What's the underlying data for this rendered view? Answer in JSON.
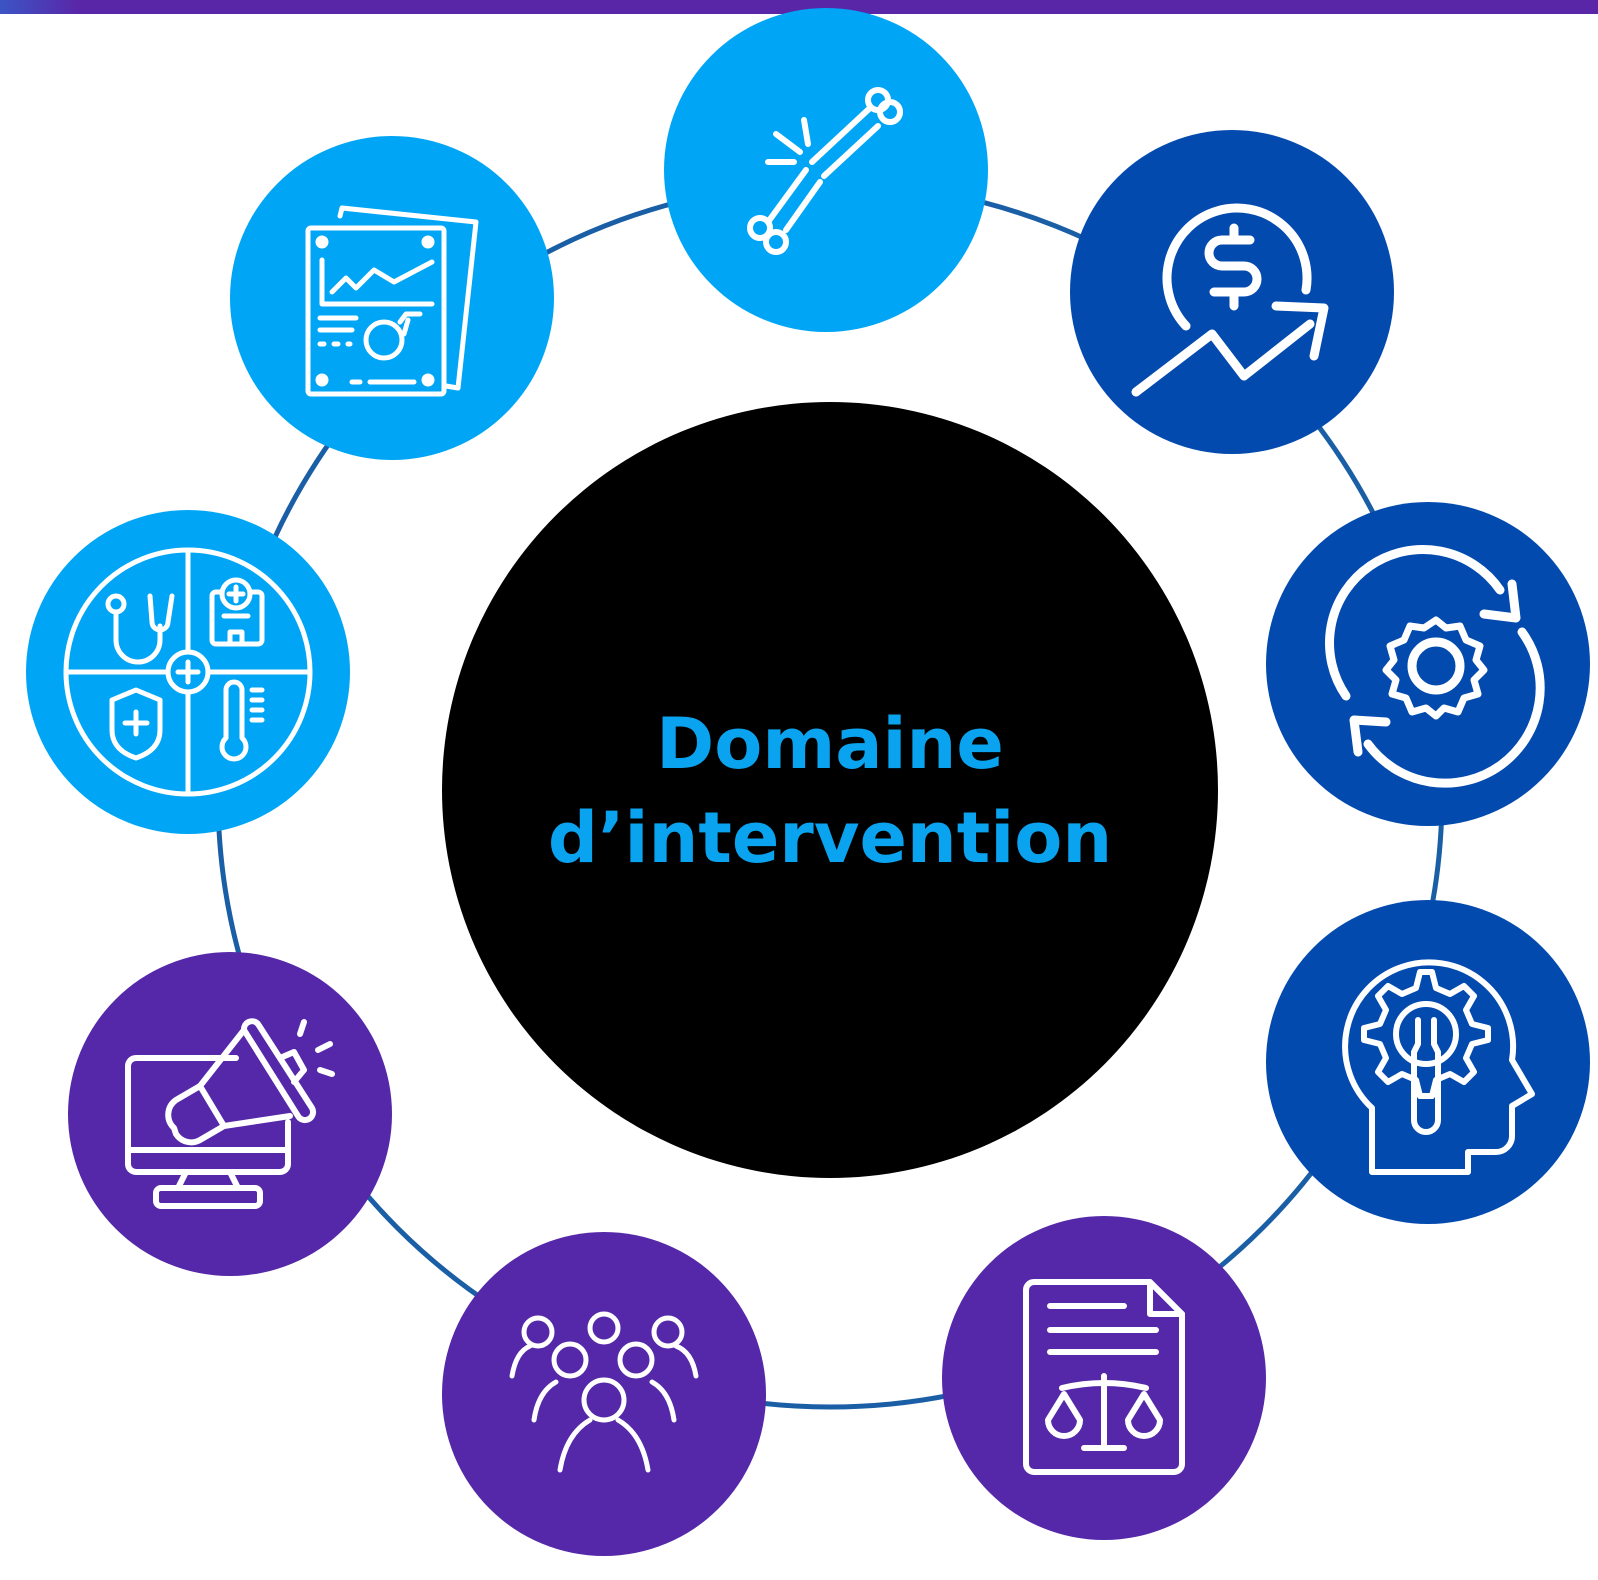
{
  "center": {
    "line1": "Domaine",
    "line2": "d’intervention",
    "fill": "#000000",
    "text_color": "#0aa3ef"
  },
  "colors": {
    "ring": "#1a5fa6",
    "light_blue": "#00a6f5",
    "dark_blue": "#034aaf",
    "purple": "#5428a8",
    "icon": "#ffffff",
    "bar_start": "#3b55c4",
    "bar_end": "#5a26a8"
  },
  "nodes": [
    {
      "name": "broken-bone",
      "icon": "broken-bone-icon",
      "color": "#00a6f5"
    },
    {
      "name": "finance-growth",
      "icon": "dollar-growth-icon",
      "color": "#034aaf"
    },
    {
      "name": "process-gear",
      "icon": "gear-cycle-icon",
      "color": "#034aaf"
    },
    {
      "name": "expertise",
      "icon": "head-gear-wrench-icon",
      "color": "#034aaf"
    },
    {
      "name": "legal-document",
      "icon": "document-scale-icon",
      "color": "#5428a8"
    },
    {
      "name": "community",
      "icon": "people-group-icon",
      "color": "#5428a8"
    },
    {
      "name": "digital-marketing",
      "icon": "monitor-megaphone-icon",
      "color": "#5428a8"
    },
    {
      "name": "healthcare",
      "icon": "health-quadrant-icon",
      "color": "#00a6f5"
    },
    {
      "name": "data-report",
      "icon": "report-chart-icon",
      "color": "#00a6f5"
    }
  ]
}
